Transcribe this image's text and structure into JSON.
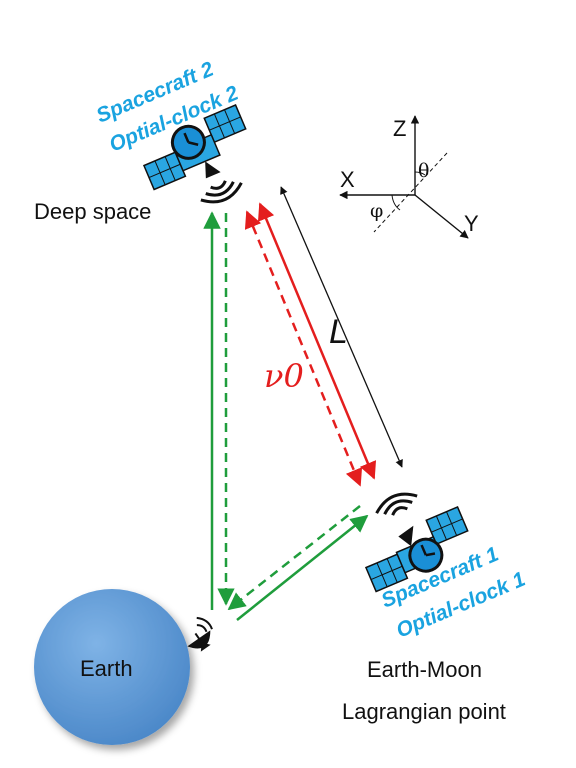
{
  "spacecraft2": {
    "line1": "Spacecraft 2",
    "line2": "Optial-clock 2"
  },
  "spacecraft1": {
    "line1": "Spacecraft 1",
    "line2": "Optial-clock 1"
  },
  "labels": {
    "deep_space": "Deep space",
    "earth": "Earth",
    "lagrange_line1": "Earth-Moon",
    "lagrange_line2": "Lagrangian point",
    "distance": "L",
    "frequency": "ν0"
  },
  "axes": {
    "x": "X",
    "y": "Y",
    "z": "Z",
    "theta": "θ",
    "phi": "φ"
  },
  "colors": {
    "label_blue": "#1aa3e0",
    "earth_blue": "#5b9ad8",
    "laser_red": "#e41e1e",
    "link_green": "#1f9d3c",
    "panel_blue": "#2aa6e2",
    "clock_face": "#1a8fd6"
  },
  "icons": [
    "satellite-icon",
    "clock-icon",
    "signal-waves-icon",
    "dish-antenna-icon",
    "earth-globe"
  ]
}
